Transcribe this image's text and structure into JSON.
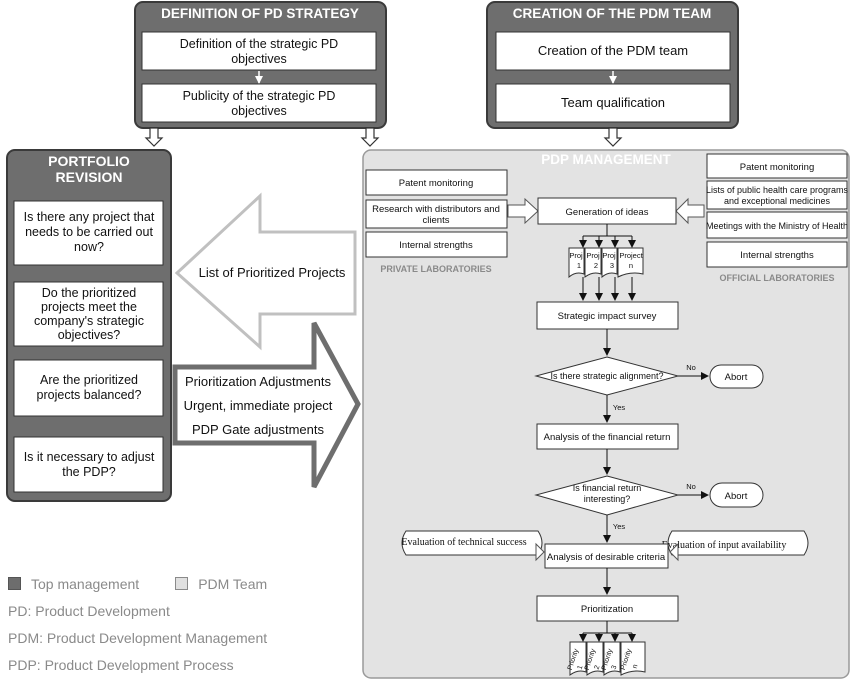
{
  "pd_strategy": {
    "title": "DEFINITION OF PD STRATEGY",
    "step1_line1": "Definition of the strategic PD",
    "step1_line2": "objectives",
    "step2_line1": "Publicity of the strategic PD",
    "step2_line2": "objectives"
  },
  "pdm_team": {
    "title": "CREATION OF THE PDM TEAM",
    "step1": "Creation of the PDM team",
    "step2": "Team qualification"
  },
  "portfolio": {
    "title_line1": "PORTFOLIO",
    "title_line2": "REVISION",
    "q1": [
      "Is there any project that",
      "needs to be carried out",
      "now?"
    ],
    "q2": [
      "Do the prioritized",
      "projects meet the",
      "company's strategic",
      "objectives?"
    ],
    "q3": [
      "Are the prioritized",
      "projects balanced?"
    ],
    "q4": [
      "Is it necessary to adjust",
      "the PDP?"
    ]
  },
  "arrows": {
    "prioritized_list": "List of Prioritized Projects",
    "adjustments": [
      "Prioritization Adjustments",
      "Urgent, immediate project",
      "PDP Gate adjustments"
    ]
  },
  "pdp": {
    "title": "PDP MANAGEMENT",
    "private_label": "PRIVATE LABORATORIES",
    "official_label": "OFFICIAL LABORATORIES",
    "private_inputs": {
      "patent": "Patent monitoring",
      "research_line1": "Research with distributors and",
      "research_line2": "clients",
      "internal": "Internal strengths"
    },
    "official_inputs": {
      "patent": "Patent monitoring",
      "lists_line1": "Lists of public health care programs",
      "lists_line2": "and exceptional medicines",
      "meetings": "Meetings with the Ministry of Health",
      "internal": "Internal strengths"
    },
    "generation": "Generation of ideas",
    "projects": [
      {
        "l1": "Proj",
        "l2": "1"
      },
      {
        "l1": "Proj",
        "l2": "2"
      },
      {
        "l1": "Proj",
        "l2": "3"
      },
      {
        "l1": "Project",
        "l2": "n"
      }
    ],
    "strategic_survey": "Strategic impact survey",
    "decision1": "Is there strategic alignment?",
    "decision2_line1": "Is financial return",
    "decision2_line2": "interesting?",
    "no_label": "No",
    "yes_label": "Yes",
    "abort": "Abort",
    "financial": "Analysis of the financial return",
    "eval_technical": "Evaluation of technical success",
    "eval_input": "Evaluation of input availability",
    "desirable": "Analysis of desirable criteria",
    "prioritization": "Prioritization",
    "priorities": [
      {
        "l1": "Priority",
        "l2": "1"
      },
      {
        "l1": "Priority",
        "l2": "2"
      },
      {
        "l1": "Priority",
        "l2": "3"
      },
      {
        "l1": "Priority",
        "l2": "n"
      }
    ]
  },
  "legend": {
    "top_management": "Top management",
    "pdm_team": "PDM Team",
    "pd": "PD: Product Development",
    "pdm": "PDM: Product Development Management",
    "pdp": "PDP: Product Development Process"
  }
}
